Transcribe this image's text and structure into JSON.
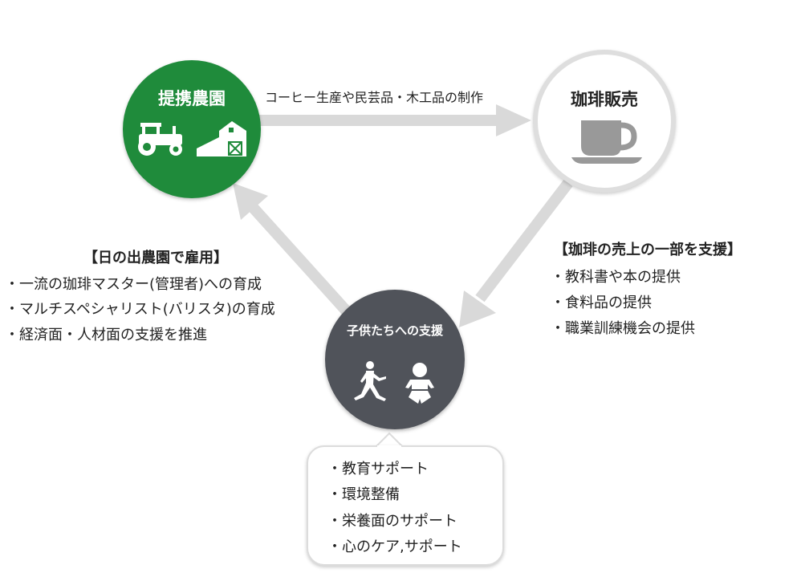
{
  "nodes": {
    "farm": {
      "title": "提携農園",
      "icons": [
        "tractor-icon",
        "barn-icon"
      ],
      "color": "#1f8b3b"
    },
    "coffee_sales": {
      "title": "珈琲販売",
      "icons": [
        "coffee-cup-icon"
      ],
      "color": "#ffffff"
    },
    "children_support": {
      "title": "子供たちへの支援",
      "icons": [
        "running-child-icon",
        "baby-icon"
      ],
      "color": "#50535a"
    }
  },
  "arrows": {
    "farm_to_sales": {
      "label": "コーヒー生産や民芸品・木工品の制作"
    }
  },
  "left_block": {
    "heading": "【日の出農園で雇用】",
    "items": [
      "・一流の珈琲マスター(管理者)への育成",
      "・マルチスペシャリスト(バリスタ)の育成",
      "・経済面・人材面の支援を推進"
    ]
  },
  "right_block": {
    "heading": "【珈琲の売上の一部を支援】",
    "items": [
      "・教科書や本の提供",
      "・食料品の提供",
      "・職業訓練機会の提供"
    ]
  },
  "bubble": {
    "items": [
      "・教育サポート",
      "・環境整備",
      "・栄養面のサポート",
      "・心のケア,サポート"
    ]
  },
  "colors": {
    "arrow": "#d9d9d9",
    "circle_border": "#dedede"
  }
}
